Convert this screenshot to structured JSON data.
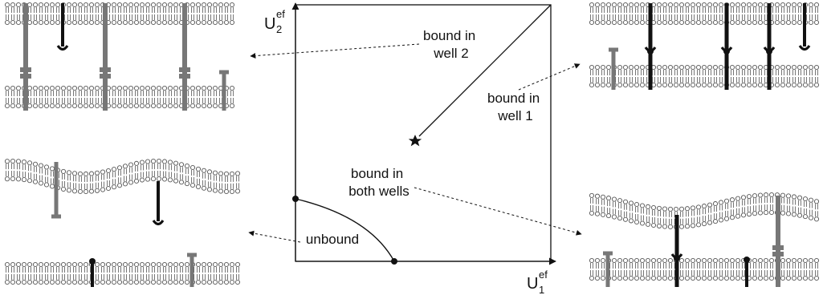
{
  "axes": {
    "x": {
      "symbol": "U",
      "superscript": "ef",
      "subscript": "1"
    },
    "y": {
      "symbol": "U",
      "superscript": "ef",
      "subscript": "2"
    }
  },
  "regions": [
    {
      "id": "well2",
      "lines": [
        "bound in",
        "well 2"
      ],
      "points_to": "top-left panel"
    },
    {
      "id": "well1",
      "lines": [
        "bound in",
        "well 1"
      ],
      "points_to": "top-right panel"
    },
    {
      "id": "both",
      "lines": [
        "bound in",
        "both wells"
      ],
      "points_to": "bottom-right panel"
    },
    {
      "id": "unbound",
      "lines": [
        "unbound"
      ],
      "points_to": "bottom-left panel"
    }
  ],
  "markers": {
    "star": "star-icon",
    "endpoints": "filled-circle"
  },
  "colors": {
    "ink": "#111111",
    "gray_receptor": "#777777",
    "black_receptor": "#111111",
    "lipid": "#555555"
  }
}
